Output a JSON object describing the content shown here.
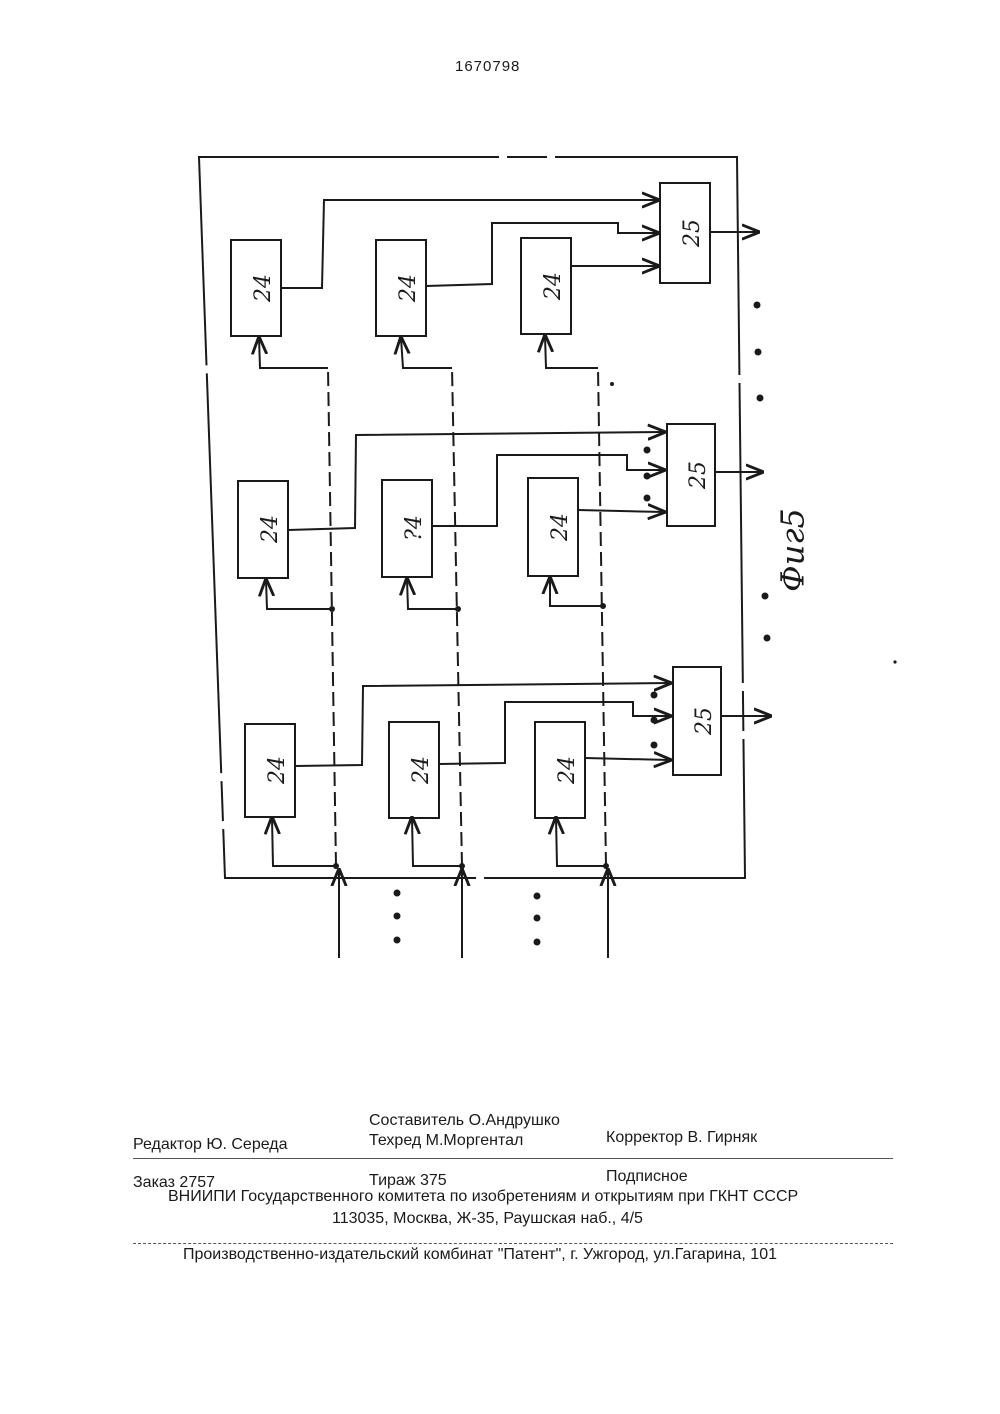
{
  "header": {
    "patent_number": "1670798"
  },
  "figure": {
    "caption": "Фиг5",
    "block_a_label": "24",
    "block_a_label_misprint": "?4",
    "block_b_label": "25"
  },
  "colophon": {
    "compiler": "Составитель  О.Андрушко",
    "editor": "Редактор  Ю. Середа",
    "techred": "Техред М.Моргентал",
    "corrector": "Корректор   В. Гирняк",
    "order": "Заказ  2757",
    "circulation": "Тираж  375",
    "subscription": "Подписное",
    "org_line": "ВНИИПИ Государственного комитета по изобретениям и открытиям при ГКНТ СССР",
    "address": "113035, Москва, Ж-35, Раушская наб., 4/5",
    "publisher": "Производственно-издательский комбинат \"Патент\", г. Ужгород, ул.Гагарина, 101"
  }
}
